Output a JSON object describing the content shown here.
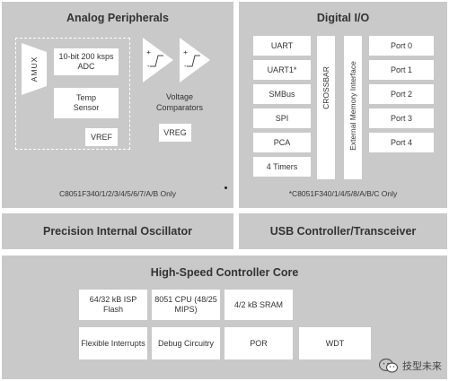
{
  "analog": {
    "title": "Analog Peripherals",
    "amux_label": "AMUX",
    "adc_label": "10-bit 200 ksps ADC",
    "temp_label": "Temp Sensor",
    "vref_label": "VREF",
    "vreg_label": "VREG",
    "comparators_label": "Voltage Comparators",
    "plus": "+",
    "minus": "-",
    "note": "C8051F340/1/2/3/4/5/6/7/A/B Only"
  },
  "digital": {
    "title": "Digital I/O",
    "peripherals": [
      "UART",
      "UART1*",
      "SMBus",
      "SPI",
      "PCA",
      "4 Timers"
    ],
    "crossbar_label": "CROSSBAR",
    "emif_label": "External Memory Interface",
    "ports": [
      "Port 0",
      "Port 1",
      "Port 2",
      "Port 3",
      "Port 4"
    ],
    "note": "*C8051F340/1/4/5/8/A/B/C Only"
  },
  "oscillator": {
    "title": "Precision Internal Oscillator"
  },
  "usb": {
    "title": "USB Controller/Transceiver"
  },
  "core": {
    "title": "High-Speed Controller Core",
    "row1": [
      "64/32 kB ISP Flash",
      "8051 CPU (48/25 MIPS)",
      "4/2 kB SRAM"
    ],
    "row2": [
      "Flexible Interrupts",
      "Debug Circuitry",
      "POR",
      "WDT"
    ]
  },
  "watermark": {
    "text": "技型未来"
  }
}
